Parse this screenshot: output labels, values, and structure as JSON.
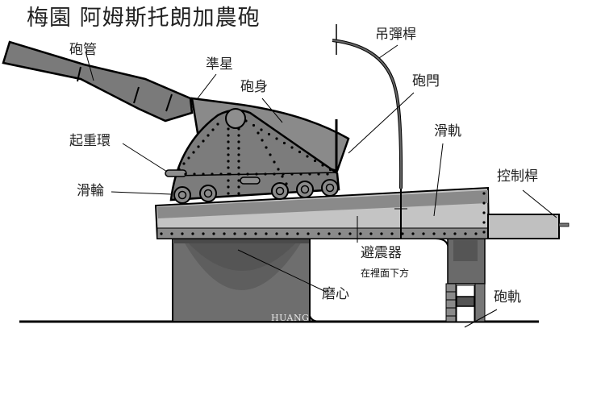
{
  "title": "梅園  阿姆斯托朗加農砲",
  "labels": {
    "barrel": "砲管",
    "front_sight": "準星",
    "gun_body": "砲身",
    "shell_hoist": "吊彈桿",
    "breech": "砲閂",
    "lifting_ring": "起重環",
    "slide_rail": "滑軌",
    "control_lever": "控制桿",
    "pulley": "滑輪",
    "shock_absorber": "避震器",
    "shock_absorber_note": "在裡面下方",
    "pivot": "磨心",
    "gun_track": "砲軌"
  },
  "signature": "HUANG",
  "colors": {
    "metal_dark": "#5a5a5a",
    "metal_mid": "#7a7a7a",
    "metal_light": "#a8a8a8",
    "slide_light": "#c4c4c4",
    "outline": "#000000",
    "background": "#ffffff"
  }
}
